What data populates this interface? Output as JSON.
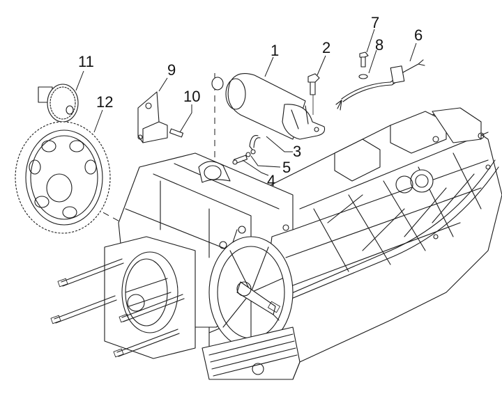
{
  "diagram": {
    "title": "Starter motor and crankcase exploded view",
    "callouts": [
      {
        "id": "1",
        "label": "1",
        "part": "starter-motor"
      },
      {
        "id": "2",
        "label": "2",
        "part": "bolt"
      },
      {
        "id": "3",
        "label": "3",
        "part": "cable"
      },
      {
        "id": "4",
        "label": "4",
        "part": "screw"
      },
      {
        "id": "5",
        "label": "5",
        "part": "washer"
      },
      {
        "id": "6",
        "label": "6",
        "part": "wiring-harness"
      },
      {
        "id": "7",
        "label": "7",
        "part": "bolt"
      },
      {
        "id": "8",
        "label": "8",
        "part": "washer"
      },
      {
        "id": "9",
        "label": "9",
        "part": "bracket"
      },
      {
        "id": "10",
        "label": "10",
        "part": "screw"
      },
      {
        "id": "11",
        "label": "11",
        "part": "starter-gear"
      },
      {
        "id": "12",
        "label": "12",
        "part": "starter-sprocket"
      }
    ]
  }
}
